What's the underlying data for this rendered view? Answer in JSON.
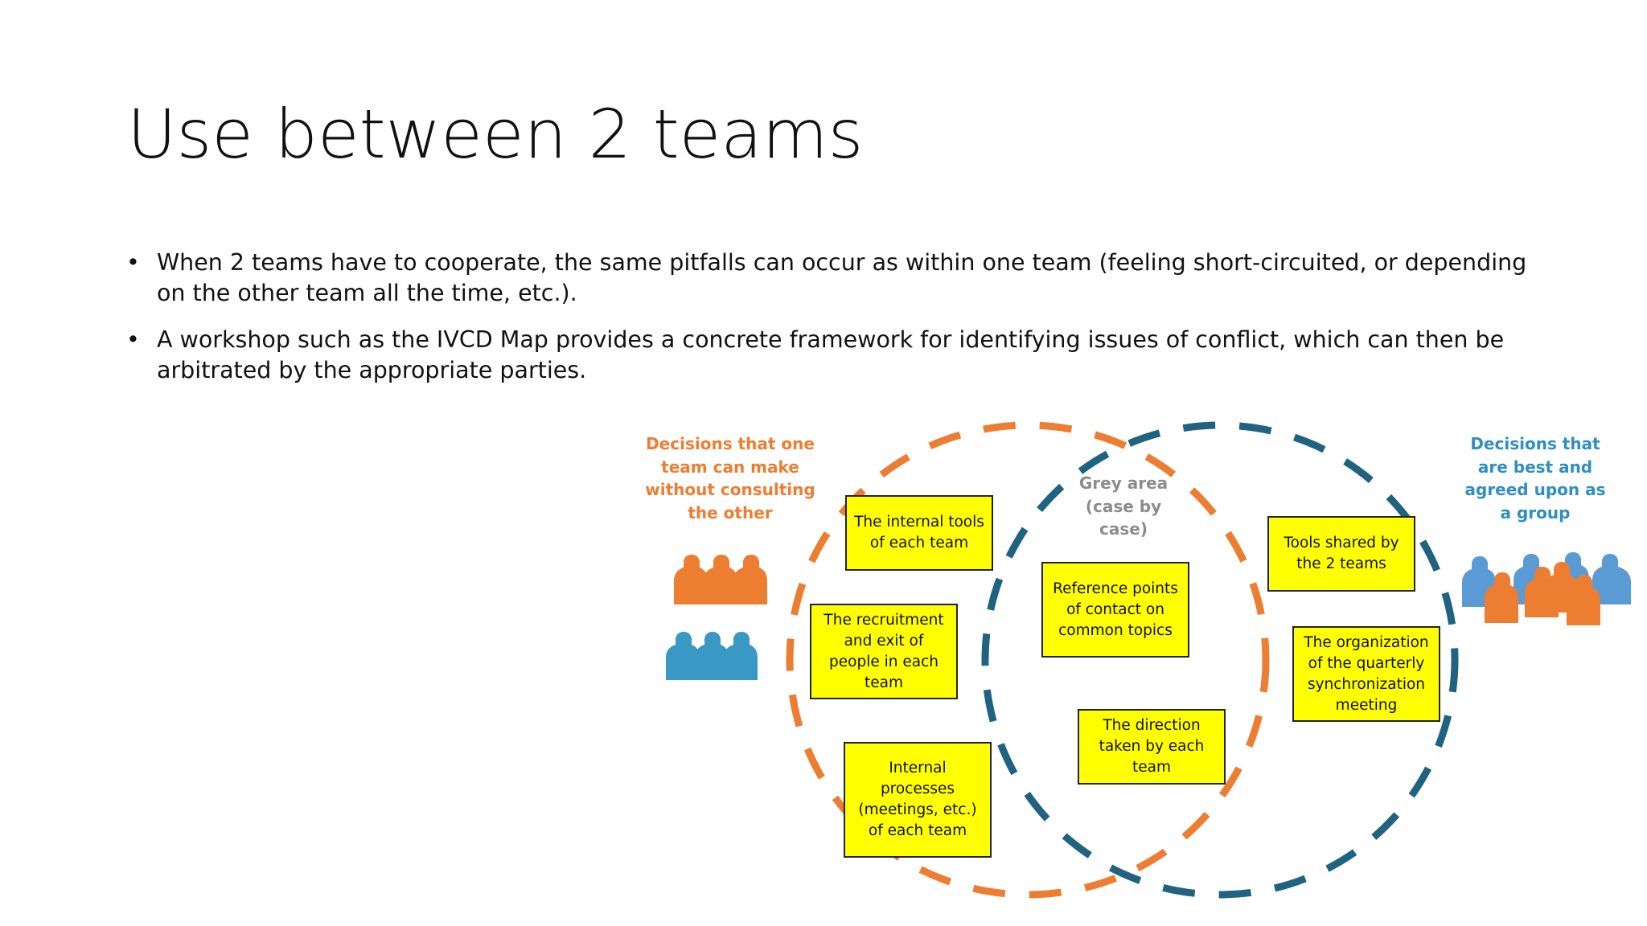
{
  "slide": {
    "title": "Use between 2 teams",
    "bullets": [
      "When 2 teams have to cooperate, the same pitfalls can occur as within one team (feeling short-circuited, or depending on the other team all the time, etc.).",
      "A workshop such as the IVCD Map provides a concrete framework for identifying issues of conflict, which can then be arbitrated by the appropriate parties."
    ],
    "bullet_symbol": "•"
  },
  "diagram": {
    "labels": {
      "left": "Decisions that one team can make without consulting the other",
      "right": "Decisions that are best and agreed upon as a group",
      "middle": "Grey area (case by case)"
    },
    "notes": {
      "internal_tools": "The internal tools of each team",
      "recruitment": "The recruitment and exit of people in each team",
      "internal_processes": "Internal processes (meetings, etc.) of each team",
      "reference_points": "Reference points of contact on common topics",
      "direction": "The direction taken by each team",
      "tools_shared": "Tools shared by the 2 teams",
      "quarterly_meeting": "The organization of the quarterly synchronization meeting"
    },
    "colors": {
      "orange": "#ec7d31",
      "blue": "#1f6380",
      "team_blue": "#3a98c4",
      "group_blue": "#5b9bd5",
      "note_fill": "#ffff00",
      "grey_label": "#8c8c8c"
    },
    "icons": [
      "orange-team-icon",
      "blue-team-icon",
      "mixed-group-icon"
    ]
  }
}
